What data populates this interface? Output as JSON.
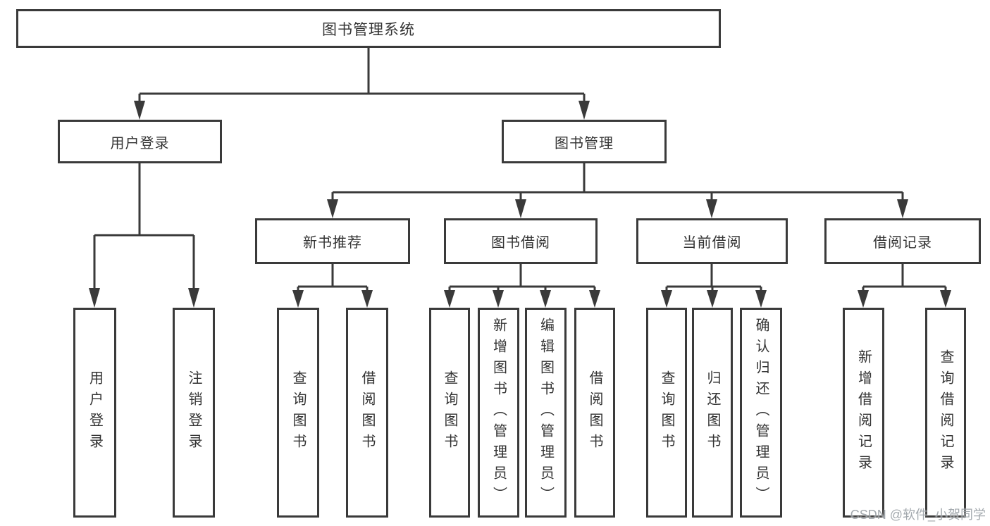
{
  "diagram": {
    "root": {
      "label": "图书管理系统"
    },
    "level2": [
      {
        "label": "用户登录"
      },
      {
        "label": "图书管理"
      }
    ],
    "level3": [
      {
        "label": "新书推荐"
      },
      {
        "label": "图书借阅"
      },
      {
        "label": "当前借阅"
      },
      {
        "label": "借阅记录"
      }
    ],
    "leaves": {
      "user_login": [
        "用户登录",
        "注销登录"
      ],
      "new_book_recommend": [
        "查询图书",
        "借阅图书"
      ],
      "book_borrow": [
        "查询图书",
        "新增图书（管理员）",
        "编辑图书（管理员）",
        "借阅图书"
      ],
      "current_borrow": [
        "查询图书",
        "归还图书",
        "确认归还（管理员）"
      ],
      "borrow_records": [
        "新增借阅记录",
        "查询借阅记录"
      ]
    },
    "colors": {
      "line": "#3a3a3a",
      "text": "#333333",
      "box_background": "#ffffff",
      "watermark": "#9aa0a6"
    }
  },
  "watermark": {
    "text": "CSDN @软件_小贺同学"
  }
}
